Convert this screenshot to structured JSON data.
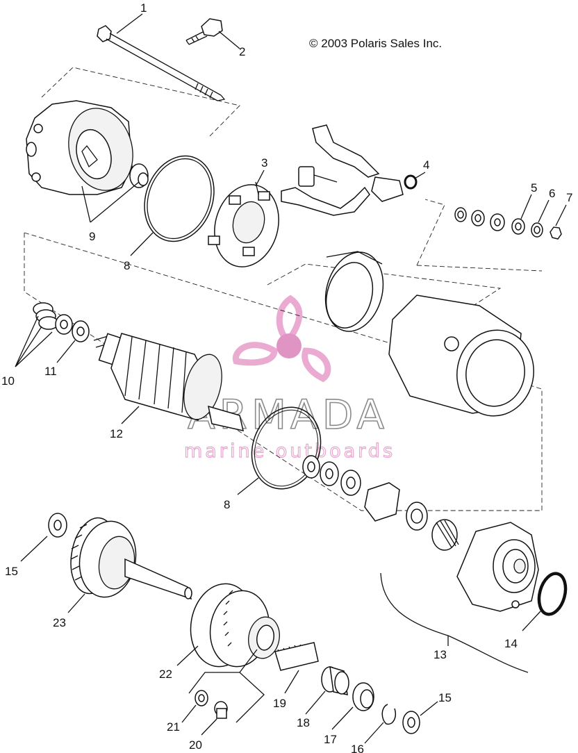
{
  "copyright": "© 2003 Polaris Sales Inc.",
  "watermark": {
    "title": "ARMADA",
    "subtitle": "marine outboards",
    "colors": {
      "logo": "#e9a6cf",
      "logo_center": "#de8fc0",
      "title": "#8a8a8a"
    }
  },
  "callouts": {
    "c1": "1",
    "c2": "2",
    "c3": "3",
    "c4": "4",
    "c5": "5",
    "c6": "6",
    "c7": "7",
    "c8a": "8",
    "c8b": "8",
    "c9": "9",
    "c10": "10",
    "c11": "11",
    "c12": "12",
    "c13": "13",
    "c14": "14",
    "c15a": "15",
    "c15b": "15",
    "c16": "16",
    "c17": "17",
    "c18": "18",
    "c19": "19",
    "c20": "20",
    "c21": "21",
    "c22": "22",
    "c23": "23"
  }
}
